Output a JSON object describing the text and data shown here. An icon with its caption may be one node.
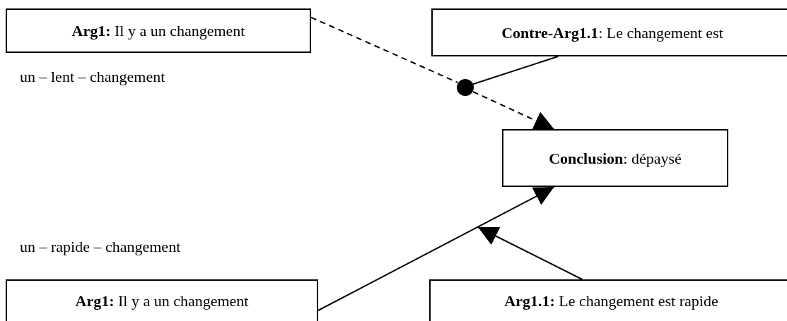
{
  "diagram": {
    "nodes": [
      {
        "text": [
          "**Arg1:** Il y a un changement"
        ]
      },
      {
        "text": [
          "**Contre-Arg1.1**: Le changement est"
        ]
      },
      {
        "text": [
          "**Conclusion**: dépaysé"
        ]
      },
      {
        "text": [
          "**Arg1:** Il y a un changement"
        ]
      },
      {
        "text": [
          "**Arg1.1:** Le changement est rapide"
        ]
      },
      {
        "text": [],
        "shape": "circle"
      }
    ],
    "edges": [
      {
        "from": 0,
        "to": 5,
        "arrow": "none",
        "style": "dashed"
      },
      {
        "from": 5,
        "to": 2,
        "arrow": "to",
        "style": "dashed"
      },
      {
        "from": 1,
        "to": 5,
        "arrow": "none"
      },
      {
        "from": 3,
        "to": 2,
        "arrow": "to"
      },
      {
        "from": 4,
        "to": null,
        "arrow": "to"
      }
    ],
    "labels": [
      "un – lent – changement",
      "un – rapide – changement"
    ]
  }
}
